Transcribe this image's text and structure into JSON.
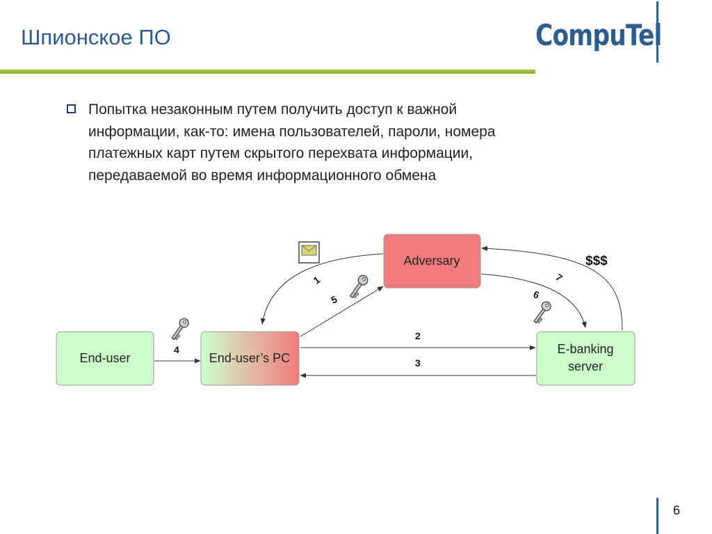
{
  "slide": {
    "title": "Шпионское ПО",
    "logo": "CompuTel",
    "page_number": "6"
  },
  "bullet": {
    "text": "Попытка незаконным путем получить доступ к важной\nинформации, как-то: имена пользователей, пароли, номера\nплатежных карт путем скрытого перехвата информации,\nпередаваемой во время информационного обмена"
  },
  "diagram": {
    "nodes": {
      "end_user": "End-user",
      "end_user_pc": "End-user’s PC",
      "adversary": "Adversary",
      "ebanking_line1": "E-banking",
      "ebanking_line2": "server"
    },
    "arrow_labels": {
      "a1": "1",
      "a2": "2",
      "a3": "3",
      "a4": "4",
      "a5": "5",
      "a6": "6",
      "a7": "7"
    },
    "money": "$$$",
    "colors": {
      "node_fill": "#ccffcc",
      "adversary_fill": "#f27b7b",
      "pc_gradient_from": "#ccffcc",
      "pc_gradient_to": "#f27b7b"
    },
    "icons": [
      "envelope-icon",
      "key-icon",
      "key-icon",
      "key-icon"
    ]
  }
}
